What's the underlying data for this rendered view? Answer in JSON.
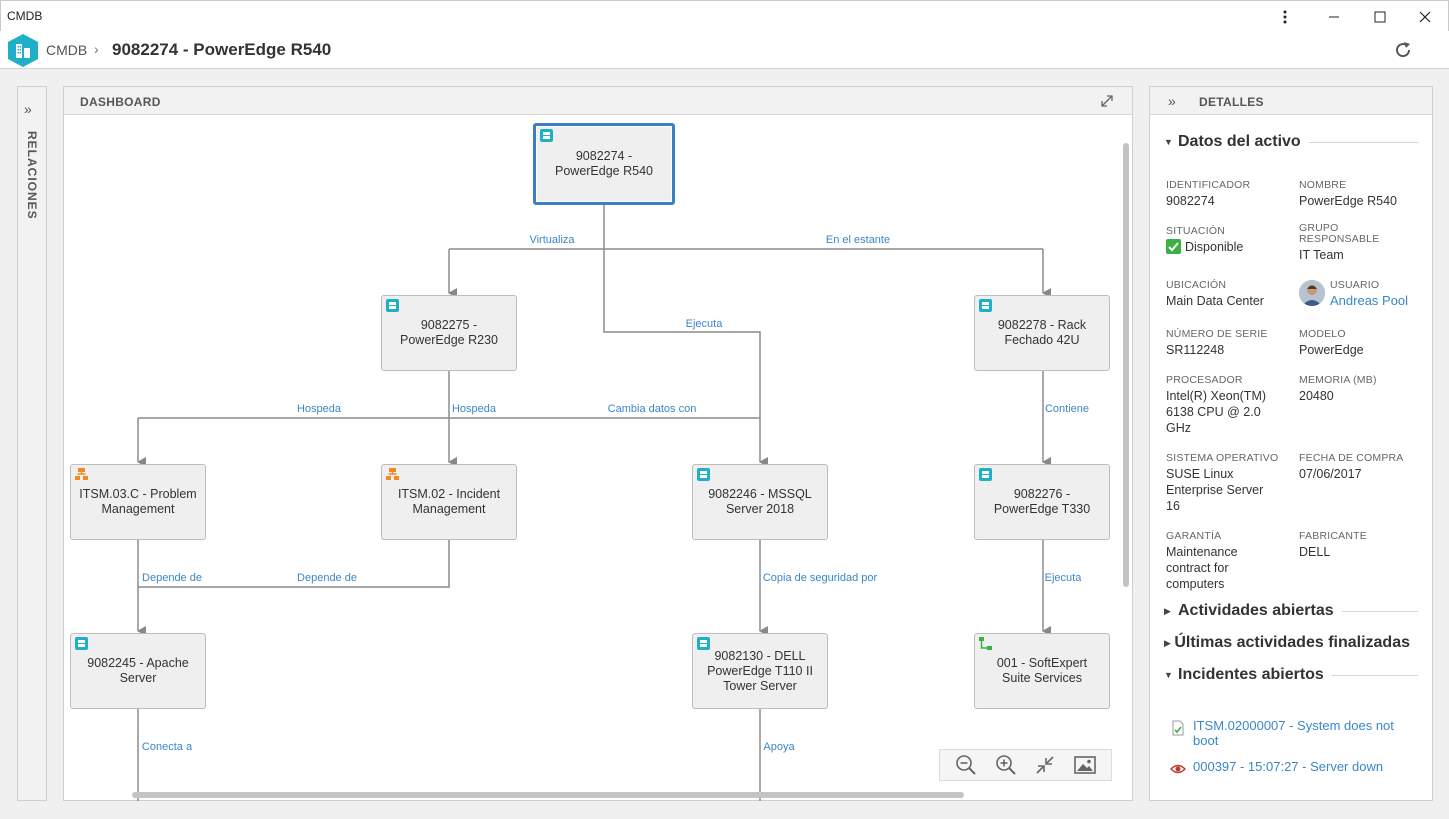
{
  "window": {
    "title": "CMDB",
    "more_icon": "kebab-icon",
    "minimize_icon": "minimize-icon",
    "maximize_icon": "maximize-icon",
    "close_icon": "close-icon"
  },
  "header": {
    "breadcrumb_root": "CMDB",
    "breadcrumb_separator": "›",
    "title": "9082274 - PowerEdge R540"
  },
  "relations_panel": {
    "label": "RELACIONES"
  },
  "dashboard": {
    "title": "DASHBOARD",
    "nodes": {
      "root": "9082274 - PowerEdge R540",
      "r230": "9082275 - PowerEdge R230",
      "rack": "9082278 - Rack Fechado 42U",
      "problem": "ITSM.03.C - Problem Management",
      "incident": "ITSM.02 - Incident Management",
      "mssql": "9082246 - MSSQL Server 2018",
      "t330": "9082276 - PowerEdge T330",
      "apache": "9082245 - Apache Server",
      "t110": "9082130 - DELL PowerEdge T110 II Tower Server",
      "suite": "001 - SoftExpert Suite Services"
    },
    "edges": {
      "virtualiza": "Virtualiza",
      "en_el_estante": "En el estante",
      "ejecuta_1": "Ejecuta",
      "hospeda_1": "Hospeda",
      "hospeda_2": "Hospeda",
      "cambia_datos": "Cambia datos con",
      "contiene": "Contiene",
      "depende_1": "Depende de",
      "depende_2": "Depende de",
      "copia": "Copia de seguridad por",
      "ejecuta_2": "Ejecuta",
      "conecta": "Conecta a",
      "apoya": "Apoya"
    }
  },
  "details": {
    "title": "DETALLES",
    "section_asset": "Datos del activo",
    "fields": {
      "id_label": "IDENTIFICADOR",
      "id_value": "9082274",
      "name_label": "NOMBRE",
      "name_value": "PowerEdge R540",
      "status_label": "SITUACIÓN",
      "status_value": "Disponible",
      "group_label": "GRUPO RESPONSABLE",
      "group_value": "IT Team",
      "location_label": "UBICACIÓN",
      "location_value": "Main Data Center",
      "user_label": "USUARIO",
      "user_value": "Andreas Pool",
      "serial_label": "NÚMERO DE SERIE",
      "serial_value": "SR112248",
      "model_label": "MODELO",
      "model_value": "PowerEdge",
      "cpu_label": "PROCESADOR",
      "cpu_value": "Intel(R) Xeon(TM) 6138 CPU @ 2.0 GHz",
      "memory_label": "MEMORIA (MB)",
      "memory_value": "20480",
      "os_label": "SISTEMA OPERATIVO",
      "os_value": "SUSE Linux Enterprise Server 16",
      "purchase_label": "FECHA DE COMPRA",
      "purchase_value": "07/06/2017",
      "warranty_label": "GARANTÍA",
      "warranty_value": "Maintenance contract for computers",
      "maker_label": "FABRICANTE",
      "maker_value": "DELL"
    },
    "section_open_activities": "Actividades abiertas",
    "section_finished_activities": "Últimas actividades finalizadas",
    "section_open_incidents": "Incidentes abiertos",
    "incidents": [
      "ITSM.02000007 - System does not boot",
      "000397 - 15:07:27 - Server down"
    ]
  },
  "colors": {
    "accent": "#3b7fc4",
    "link": "#3a87c8",
    "ok": "#3cb043",
    "logo": "#1fb0c8"
  }
}
